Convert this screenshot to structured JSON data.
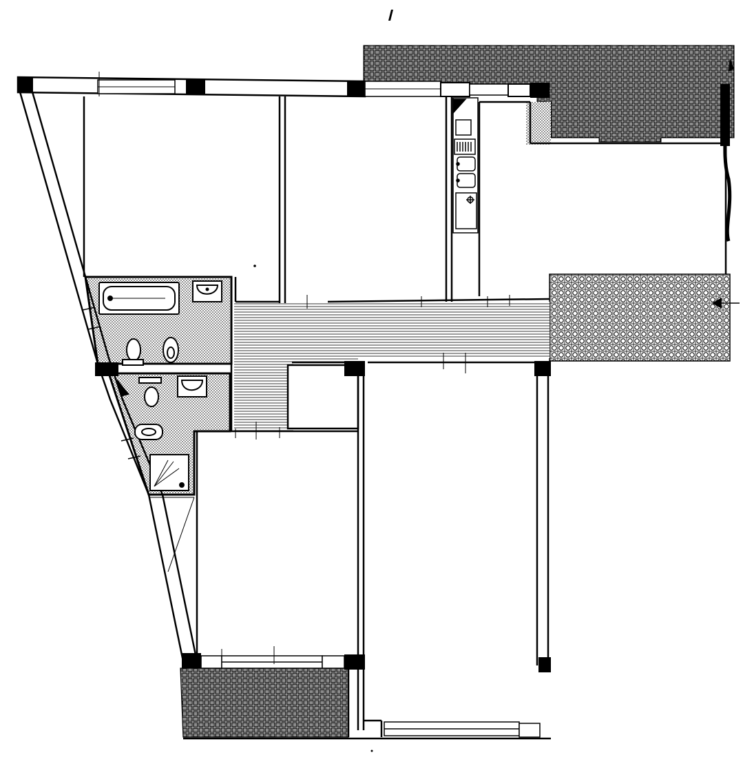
{
  "plan": {
    "ink_color": "#000000",
    "paper_color": "#ffffff",
    "wet_area_fill": "stipple",
    "corridor_fill": "horizontal-hatch",
    "terrace_fill": "basket-weave-tiles",
    "entry_landing_fill": "circle-grid-tiles",
    "labels": []
  }
}
